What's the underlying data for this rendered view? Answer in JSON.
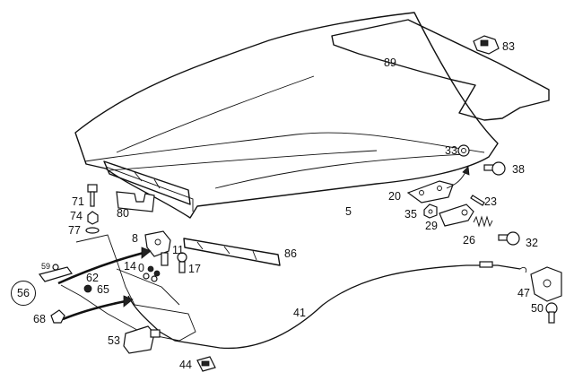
{
  "callouts": {
    "p5": "5",
    "p8": "8",
    "p11": "11",
    "p14": "14",
    "p17": "17",
    "p20": "20",
    "p23": "23",
    "p26": "26",
    "p29": "29",
    "p32": "32",
    "p33": "33",
    "p35": "35",
    "p38": "38",
    "p41": "41",
    "p44": "44",
    "p47": "47",
    "p50": "50",
    "p53": "53",
    "p56": "56",
    "p59": "59",
    "p62": "62",
    "p65": "65",
    "p68": "68",
    "p71": "71",
    "p74": "74",
    "p77": "77",
    "p80": "80",
    "p83": "83",
    "p86": "86",
    "p89": "89",
    "p0": "0"
  }
}
